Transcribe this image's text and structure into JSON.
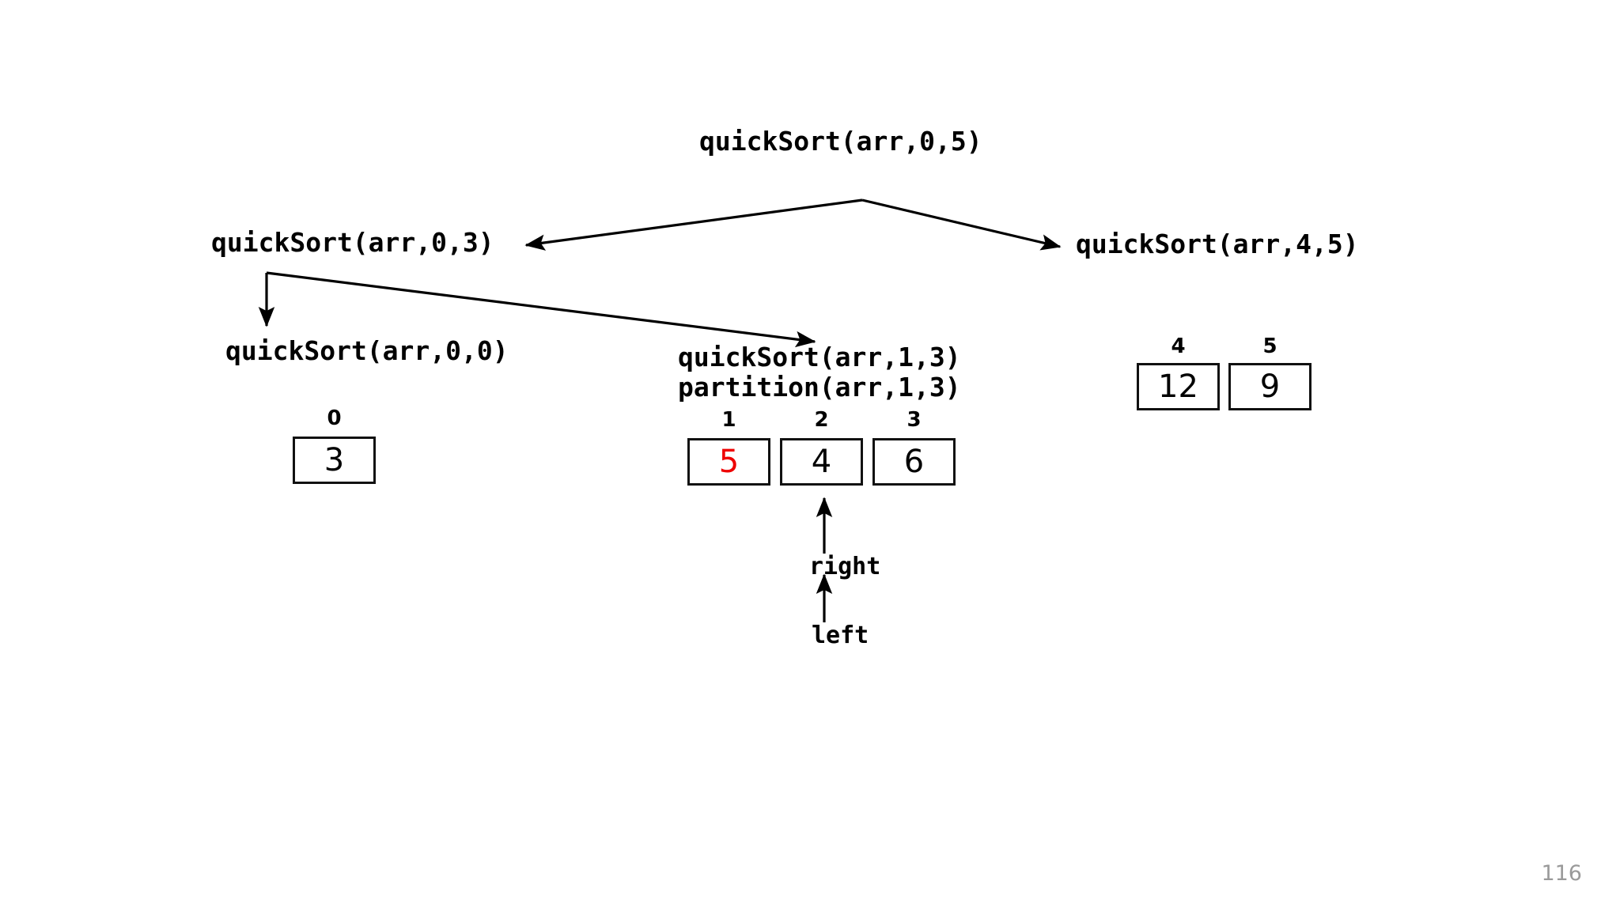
{
  "slide": {
    "page_number": "116",
    "background_color": "#ffffff",
    "pivot_color": "#ee0000",
    "text_color": "#000000",
    "page_number_color": "#9a9a9a"
  },
  "tree": {
    "root": {
      "label": "quickSort(arr,0,5)"
    },
    "level2": [
      {
        "label": "quickSort(arr,0,3)"
      },
      {
        "label": "quickSort(arr,4,5)"
      }
    ],
    "level3": [
      {
        "label": "quickSort(arr,0,0)"
      },
      {
        "label_line1": "quickSort(arr,1,3)",
        "label_line2": "partition(arr,1,3)"
      }
    ]
  },
  "arrays": {
    "left_group": {
      "indices": [
        "0"
      ],
      "values": [
        "3"
      ],
      "pivot_flags": [
        false
      ]
    },
    "center_group": {
      "indices": [
        "1",
        "2",
        "3"
      ],
      "values": [
        "5",
        "4",
        "6"
      ],
      "pivot_flags": [
        true,
        false,
        false
      ]
    },
    "right_group": {
      "indices": [
        "4",
        "5"
      ],
      "values": [
        "12",
        "9"
      ],
      "pivot_flags": [
        false,
        false
      ]
    }
  },
  "pointers": [
    {
      "label": "right"
    },
    {
      "label": "left"
    }
  ]
}
